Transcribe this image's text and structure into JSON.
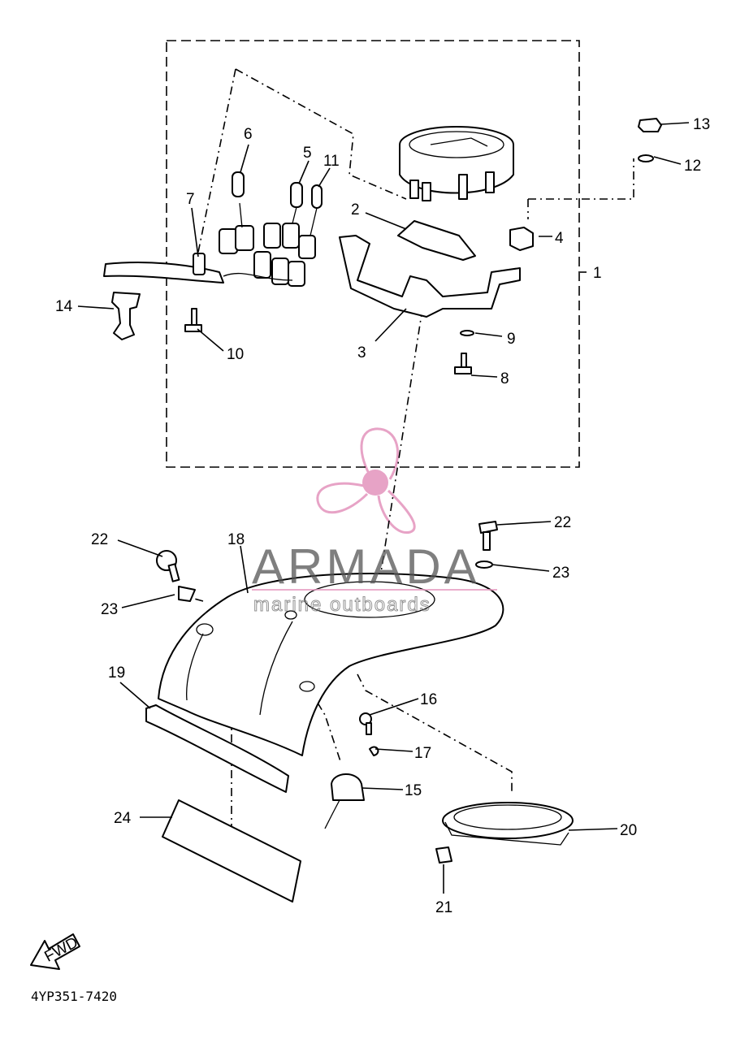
{
  "diagram": {
    "drawing_code": "4YP351-7420",
    "fwd_label": "FWD",
    "watermark": {
      "brand": "ARMADA",
      "tagline": "marine outboards",
      "color": "#e8a0c0"
    },
    "callouts": [
      {
        "n": "1"
      },
      {
        "n": "2"
      },
      {
        "n": "3"
      },
      {
        "n": "4"
      },
      {
        "n": "5"
      },
      {
        "n": "6"
      },
      {
        "n": "7"
      },
      {
        "n": "8"
      },
      {
        "n": "9"
      },
      {
        "n": "10"
      },
      {
        "n": "11"
      },
      {
        "n": "12"
      },
      {
        "n": "13"
      },
      {
        "n": "14"
      },
      {
        "n": "15"
      },
      {
        "n": "16"
      },
      {
        "n": "17"
      },
      {
        "n": "18"
      },
      {
        "n": "19"
      },
      {
        "n": "20"
      },
      {
        "n": "21"
      },
      {
        "n": "22"
      },
      {
        "n": "22"
      },
      {
        "n": "23"
      },
      {
        "n": "23"
      },
      {
        "n": "24"
      }
    ]
  }
}
